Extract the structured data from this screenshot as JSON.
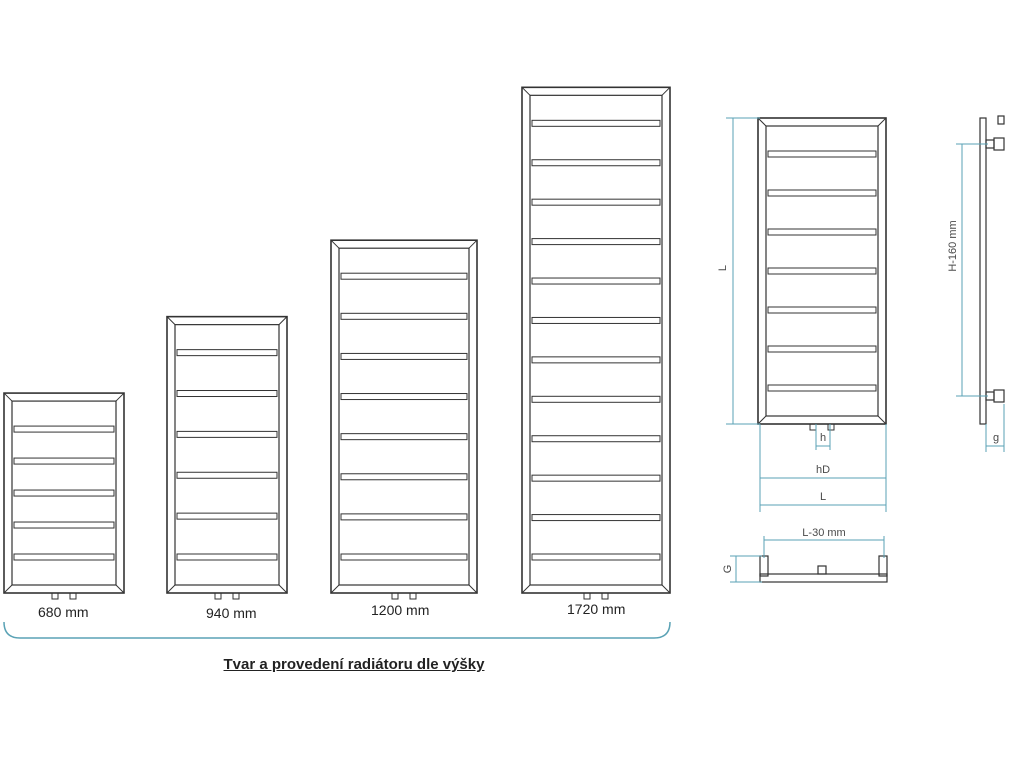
{
  "radiators": [
    {
      "label": "680 mm",
      "height_mm": 680,
      "bars": 5
    },
    {
      "label": "940 mm",
      "height_mm": 940,
      "bars": 6
    },
    {
      "label": "1200 mm",
      "height_mm": 1200,
      "bars": 8
    },
    {
      "label": "1720 mm",
      "height_mm": 1720,
      "bars": 12
    }
  ],
  "caption": "Tvar a provedení radiátoru dle výšky",
  "dimensions": {
    "front_height": "L",
    "connection": "h",
    "connection_spacing": "hD",
    "width": "L",
    "top_width": "L-30 mm",
    "depth": "G",
    "side_height": "H-160 mm",
    "side_gap": "g"
  },
  "colors": {
    "outline": "#333333",
    "dimension": "#5aa2b5",
    "text": "#222222"
  }
}
